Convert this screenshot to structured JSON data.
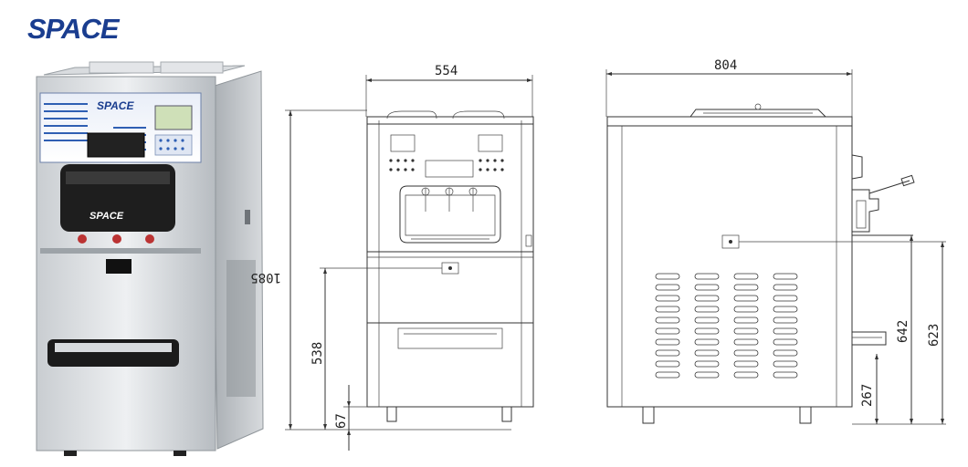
{
  "brand": {
    "logo_text": "SPACE",
    "panel_logo_text": "SPACE",
    "dispenser_logo_text": "SPACE",
    "logo_color": "#1a3d8f",
    "panel_color": "#2f5fb3"
  },
  "dimensions": {
    "front_width": "554",
    "side_depth": "804",
    "total_height": "1085",
    "drip_tray_height": "538",
    "foot_height": "67",
    "side_panel_height": "642",
    "side_spout_height": "623",
    "side_tray_height": "267"
  }
}
